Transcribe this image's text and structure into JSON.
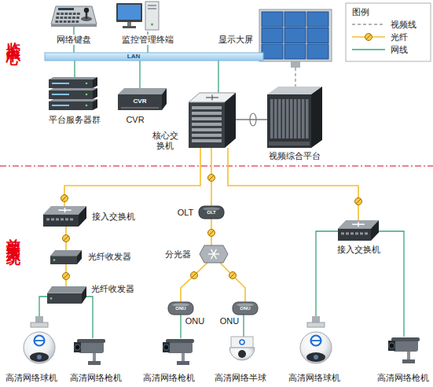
{
  "diagram": {
    "nodes": [
      {
        "text": [
          "网络键盘"
        ]
      },
      {
        "text": [
          "监控管理终端"
        ]
      },
      {
        "text": [
          "显示大屏"
        ]
      },
      {
        "text": [
          "LAN"
        ]
      },
      {
        "text": [
          "平台服务器群"
        ]
      },
      {
        "text": [
          "CVR",
          "CVR"
        ]
      },
      {
        "text": [
          "核心交 换机"
        ]
      },
      {
        "text": [
          "视频综合平台"
        ]
      },
      {
        "text": [
          "接入交换机"
        ]
      },
      {
        "text": [
          "光纤收发器"
        ]
      },
      {
        "text": [
          "光纤收发器"
        ]
      },
      {
        "text": [
          "OLT",
          "OLT"
        ]
      },
      {
        "text": [
          "分光器"
        ]
      },
      {
        "text": [
          "ONU",
          "ONU"
        ]
      },
      {
        "text": [
          "ONU",
          "ONU"
        ]
      },
      {
        "text": [
          "接入交换机"
        ]
      },
      {
        "text": [
          "高清网络球机"
        ]
      },
      {
        "text": [
          "高清网络枪机"
        ]
      },
      {
        "text": [
          "高清网络枪机"
        ]
      },
      {
        "text": [
          "高清网络半球"
        ]
      },
      {
        "text": [
          "高清网络球机"
        ]
      },
      {
        "text": [
          "高清网络枪机"
        ]
      }
    ],
    "edges": [
      {
        "from": 0,
        "to": 3,
        "arrow": "none"
      },
      {
        "from": 1,
        "to": 3,
        "arrow": "none"
      },
      {
        "from": 2,
        "to": 7,
        "arrow": "none"
      },
      {
        "from": 3,
        "to": 6,
        "arrow": "none"
      },
      {
        "from": 4,
        "to": 3,
        "arrow": "none"
      },
      {
        "from": 5,
        "to": 3,
        "arrow": "none"
      },
      {
        "from": 6,
        "to": 7,
        "arrow": "none"
      },
      {
        "from": 6,
        "to": 8,
        "arrow": "none"
      },
      {
        "from": 6,
        "to": 11,
        "arrow": "none"
      },
      {
        "from": 6,
        "to": 15,
        "arrow": "none"
      },
      {
        "from": 8,
        "to": 9,
        "arrow": "none"
      },
      {
        "from": 9,
        "to": 10,
        "arrow": "none"
      },
      {
        "from": 10,
        "to": 16,
        "arrow": "none"
      },
      {
        "from": 10,
        "to": 17,
        "arrow": "none"
      },
      {
        "from": 11,
        "to": 12,
        "arrow": "none"
      },
      {
        "from": 12,
        "to": 13,
        "arrow": "none"
      },
      {
        "from": 12,
        "to": 14,
        "arrow": "none"
      },
      {
        "from": 13,
        "to": 18,
        "arrow": "none"
      },
      {
        "from": 14,
        "to": 19,
        "arrow": "none"
      },
      {
        "from": 15,
        "to": 20,
        "arrow": "none"
      },
      {
        "from": 15,
        "to": 21,
        "arrow": "none"
      }
    ],
    "labels": [
      "监控中心",
      "前端子系统",
      "图例"
    ],
    "legend": [
      {
        "text": "视频线"
      },
      {
        "text": "光纤"
      },
      {
        "text": "网线"
      }
    ]
  }
}
